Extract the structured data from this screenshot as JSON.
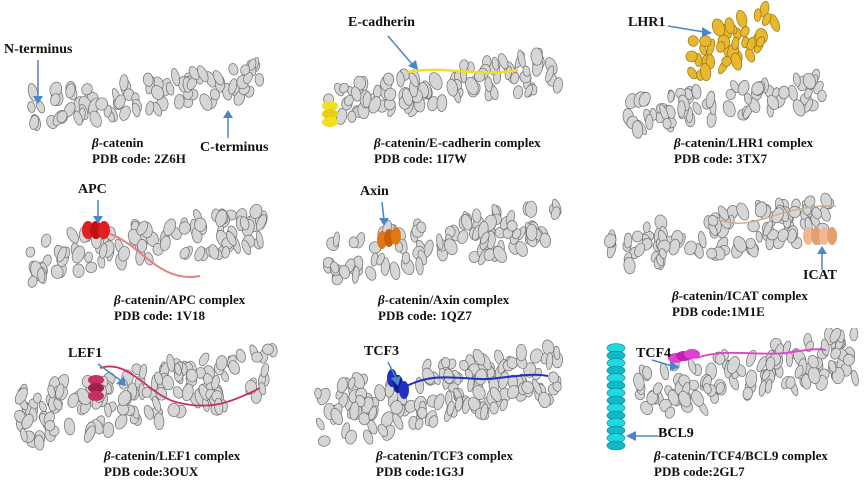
{
  "panels": [
    {
      "id": "2z6h",
      "caption_italic": "β",
      "caption_rest": "-catenin",
      "pdb": "PDB code: 2Z6H",
      "labels": [
        {
          "text": "N-terminus"
        },
        {
          "text": "C-terminus"
        }
      ],
      "color": "#d0d0d0"
    },
    {
      "id": "1i7w",
      "caption_italic": "β",
      "caption_rest": "-catenin/E-cadherin complex",
      "pdb": "PDB code: 1I7W",
      "labels": [
        {
          "text": "E-cadherin"
        }
      ],
      "color": "#f0e020"
    },
    {
      "id": "3tx7",
      "caption_italic": "β",
      "caption_rest": "-catenin/LHR1 complex",
      "pdb": "PDB code: 3TX7",
      "labels": [
        {
          "text": "LHR1"
        }
      ],
      "color": "#e8b830"
    },
    {
      "id": "1v18",
      "caption_italic": "β",
      "caption_rest": "-catenin/APC complex",
      "pdb": "PDB code: 1V18",
      "labels": [
        {
          "text": "APC"
        }
      ],
      "color": "#e02020"
    },
    {
      "id": "1qz7",
      "caption_italic": "β",
      "caption_rest": "-catenin/Axin complex",
      "pdb": "PDB code: 1QZ7",
      "labels": [
        {
          "text": "Axin"
        }
      ],
      "color": "#e07818"
    },
    {
      "id": "1m1e",
      "caption_italic": "β",
      "caption_rest": "-catenin/ICAT complex",
      "pdb": "PDB code:1M1E",
      "labels": [
        {
          "text": "ICAT"
        }
      ],
      "color": "#f0b890"
    },
    {
      "id": "3oux",
      "caption_italic": "β",
      "caption_rest": "-catenin/LEF1 complex",
      "pdb": "PDB code:3OUX",
      "labels": [
        {
          "text": "LEF1"
        }
      ],
      "color": "#c83060"
    },
    {
      "id": "1g3j",
      "caption_italic": "β",
      "caption_rest": "-catenin/TCF3 complex",
      "pdb": "PDB code:1G3J",
      "labels": [
        {
          "text": "TCF3"
        }
      ],
      "color": "#2030c0"
    },
    {
      "id": "2gl7",
      "caption_italic": "β",
      "caption_rest": "-catenin/TCF4/BCL9 complex",
      "pdb": "PDB code:2GL7",
      "labels": [
        {
          "text": "TCF4"
        },
        {
          "text": "BCL9"
        }
      ],
      "color": "#e040d0",
      "color2": "#20d8e0"
    }
  ],
  "colors": {
    "protein_gray": "#cfcfcf",
    "arrow": "#4a86c8"
  }
}
